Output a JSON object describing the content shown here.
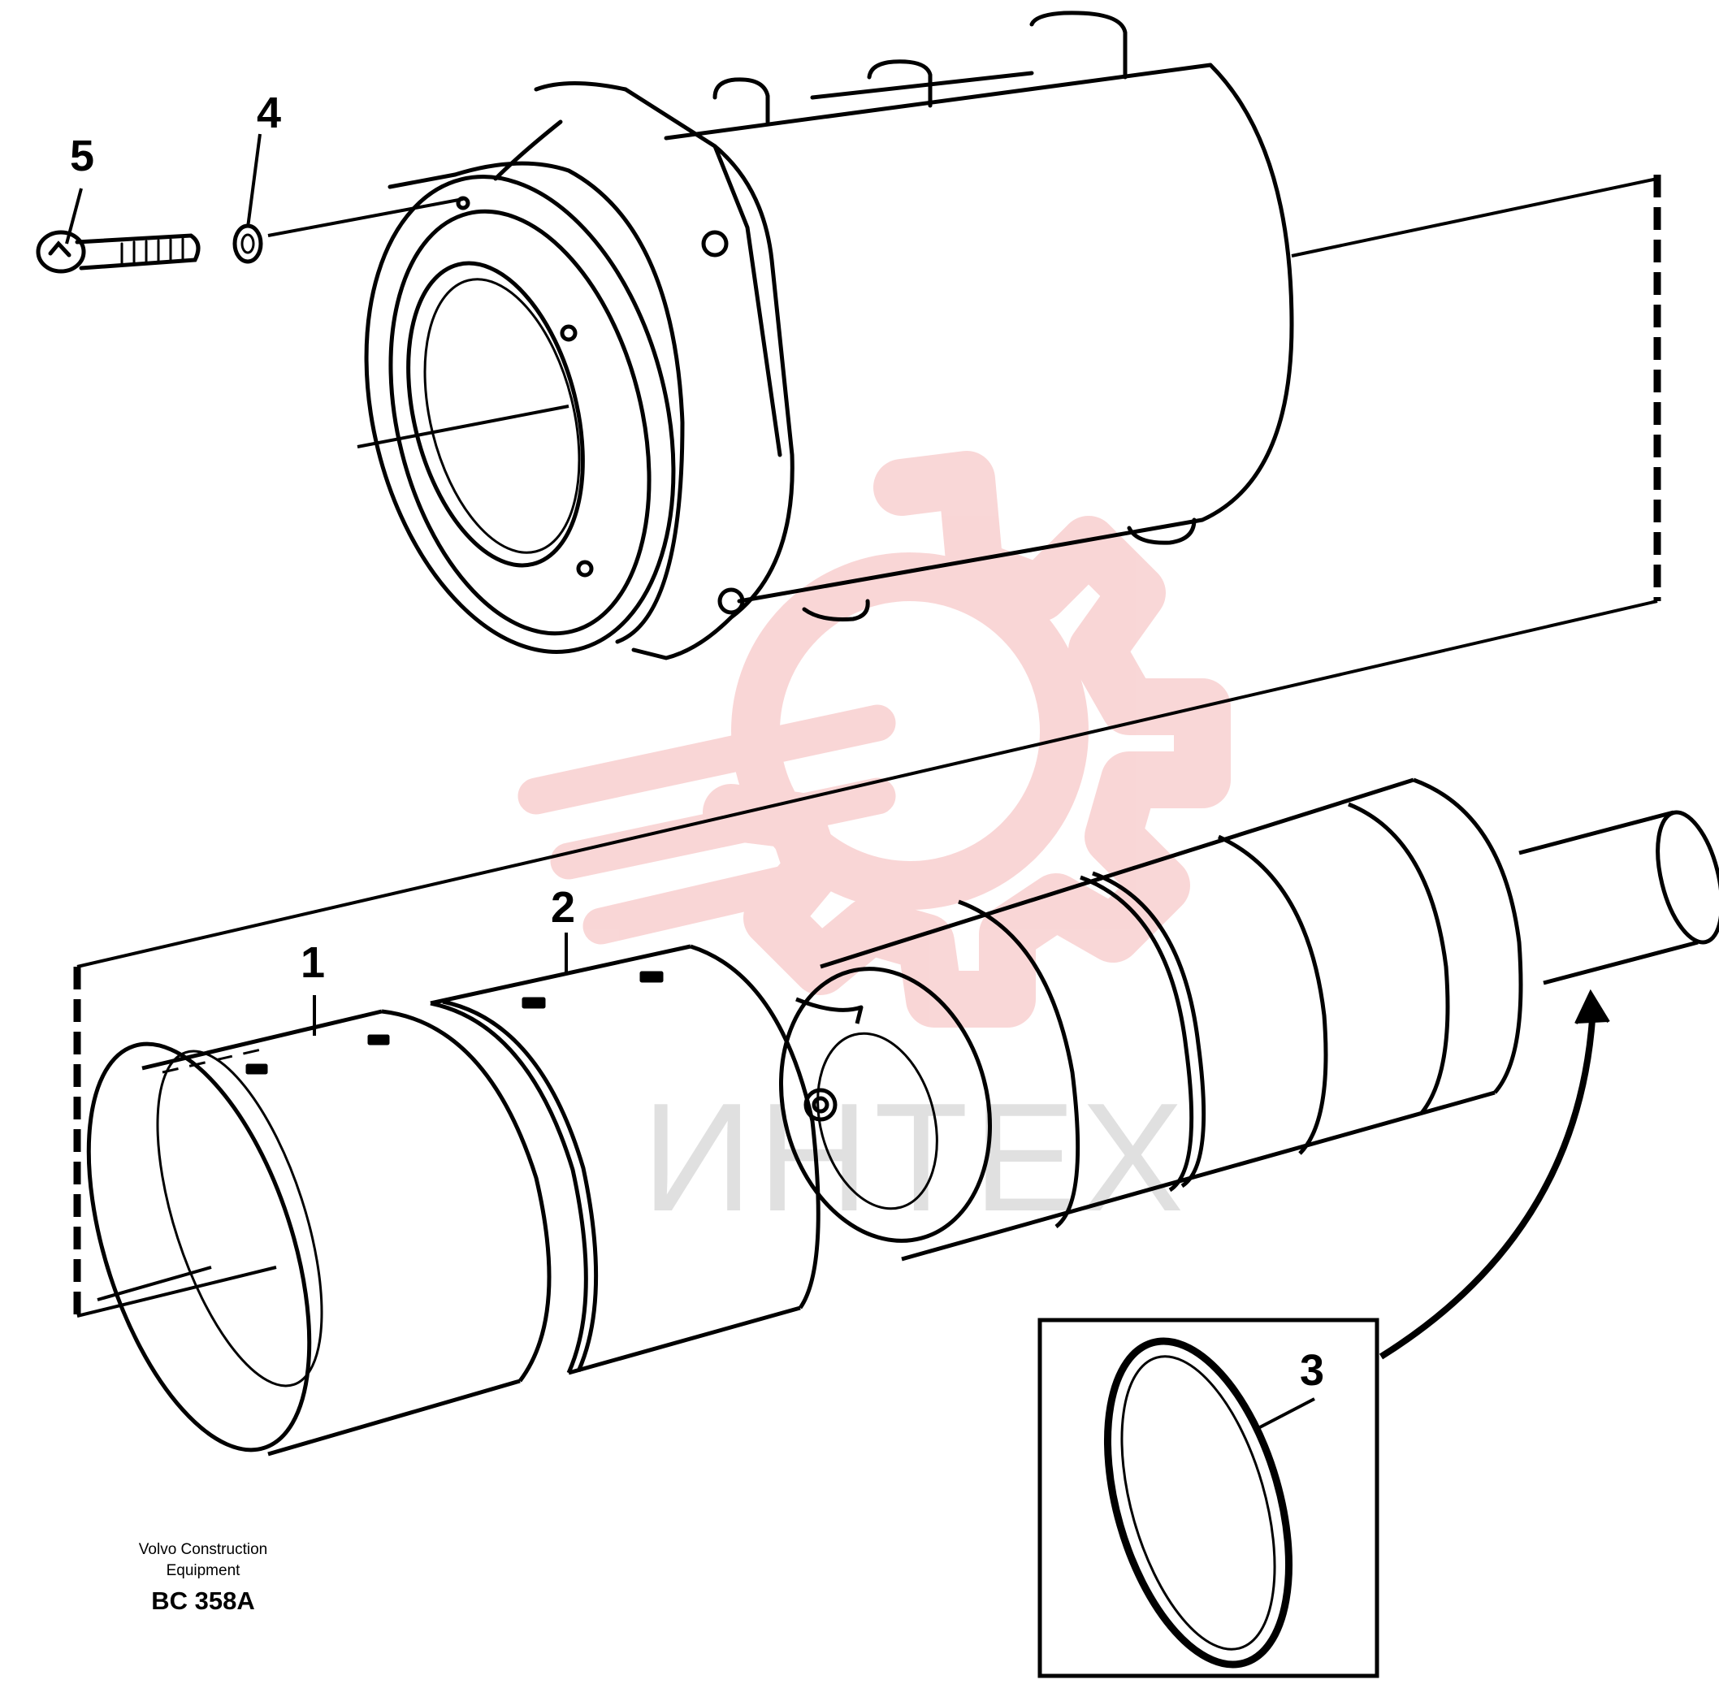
{
  "diagram": {
    "callouts": [
      "1",
      "2",
      "3",
      "4",
      "5"
    ],
    "caption": {
      "line1": "Volvo Construction",
      "line2": "Equipment",
      "code": "BC 358A"
    },
    "watermark_text": "ИНТЕХ"
  },
  "colors": {
    "line": "#000000",
    "watermark": "#f2a6a6"
  }
}
